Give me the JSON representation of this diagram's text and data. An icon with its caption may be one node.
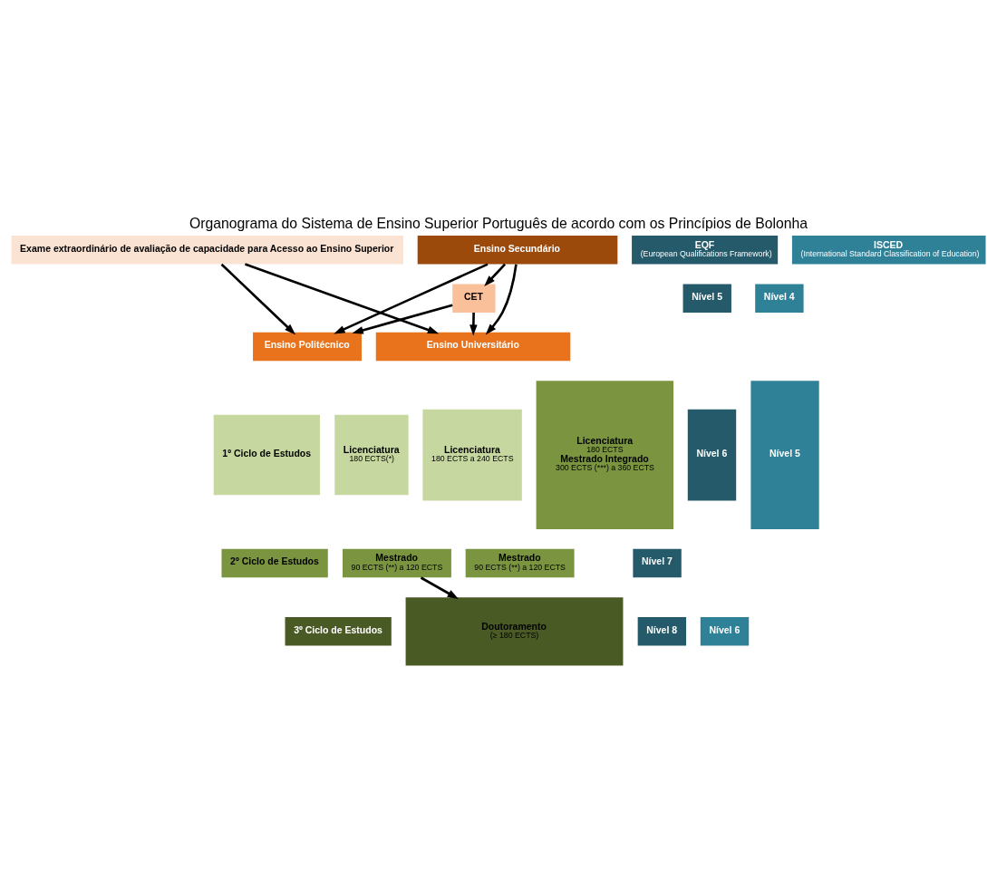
{
  "diagram": {
    "title": "Organograma do Sistema de Ensino Superior Português de acordo com os Princípios de Bolonha",
    "nodes": [
      {
        "text": [
          "Exame extraordinário de avaliação de capacidade para Acesso ao Ensino Superior"
        ]
      },
      {
        "text": [
          "Ensino Secundário"
        ]
      },
      {
        "text": [
          "CET"
        ]
      },
      {
        "text": [
          "Ensino Politécnico"
        ]
      },
      {
        "text": [
          "Ensino Universitário"
        ]
      },
      {
        "text": [
          "1º Ciclo de Estudos"
        ]
      },
      {
        "text": [
          "2º Ciclo de Estudos"
        ]
      },
      {
        "text": [
          "3º Ciclo de Estudos"
        ]
      },
      {
        "text": [
          "Licenciatura",
          "180 ECTS(*)"
        ]
      },
      {
        "text": [
          "Licenciatura",
          "180 ECTS a 240 ECTS"
        ]
      },
      {
        "text": [
          "Licenciatura",
          "180 ECTS",
          "Mestrado Integrado",
          "300 ECTS (***) a 360 ECTS"
        ]
      },
      {
        "text": [
          "Mestrado",
          "90 ECTS (**) a 120 ECTS"
        ]
      },
      {
        "text": [
          "Mestrado",
          "90 ECTS (**) a 120 ECTS"
        ]
      },
      {
        "text": [
          "Doutoramento",
          "(≥ 180 ECTS)"
        ]
      },
      {
        "text": [
          "EQF",
          "(European Qualifications Framework)"
        ]
      },
      {
        "text": [
          "ISCED",
          "(International Standard Classification of Education)"
        ]
      },
      {
        "text": [
          "Nível 5"
        ]
      },
      {
        "text": [
          "Nível 4"
        ]
      },
      {
        "text": [
          "Nível 6"
        ]
      },
      {
        "text": [
          "Nível 5"
        ]
      },
      {
        "text": [
          "Nível 7"
        ]
      },
      {
        "text": [
          "Nível 8"
        ]
      },
      {
        "text": [
          "Nível 6"
        ]
      }
    ],
    "edges": [
      {
        "from": 1,
        "to": 2,
        "arrow": "to"
      },
      {
        "from": 1,
        "to": 3,
        "arrow": "to"
      },
      {
        "from": 1,
        "to": 4,
        "arrow": "to"
      },
      {
        "from": 0,
        "to": 3,
        "arrow": "to"
      },
      {
        "from": 0,
        "to": 4,
        "arrow": "to"
      },
      {
        "from": 2,
        "to": 3,
        "arrow": "to"
      },
      {
        "from": 2,
        "to": 4,
        "arrow": "to"
      },
      {
        "from": 11,
        "to": 13,
        "arrow": "to"
      }
    ]
  }
}
